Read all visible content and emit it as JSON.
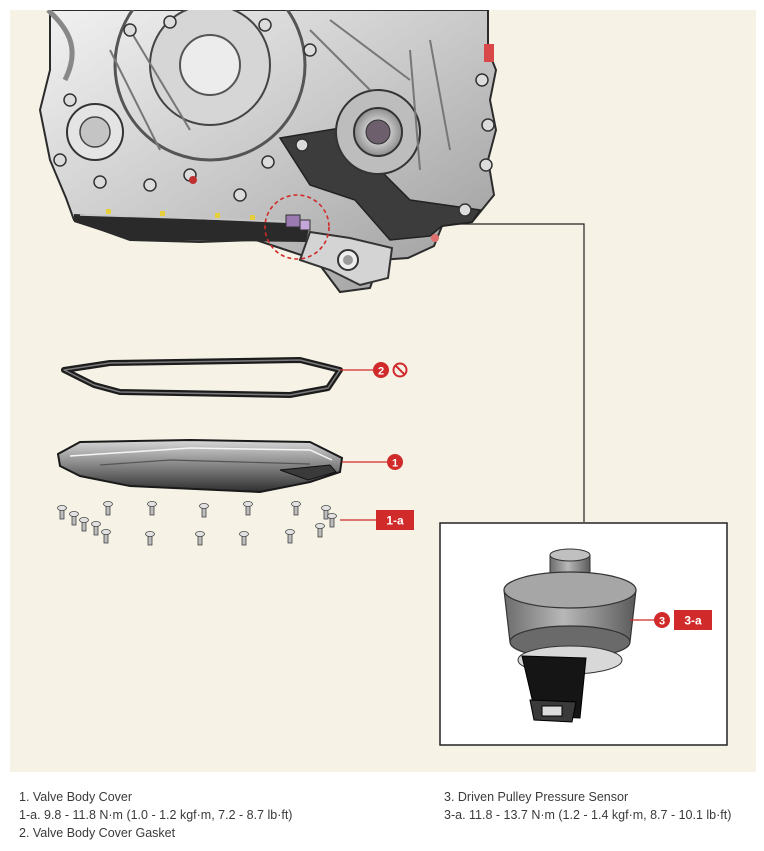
{
  "figure": {
    "background_color": "#f6f3e6",
    "callout_color": "#d12a2a",
    "callouts": {
      "gasket": "2",
      "cover": "1",
      "bolts": "1-a",
      "sensor": "3",
      "sensor_torque": "3-a"
    },
    "icons": [
      "do-not-reuse-icon"
    ]
  },
  "legend": {
    "left": [
      "1. Valve Body Cover",
      "1-a. 9.8 - 11.8 N·m (1.0 - 1.2 kgf·m, 7.2 - 8.7 lb·ft)",
      "2. Valve Body Cover Gasket"
    ],
    "right": [
      "3. Driven Pulley Pressure Sensor",
      "3-a. 11.8 - 13.7 N·m (1.2 - 1.4 kgf·m, 8.7 - 10.1 lb·ft)"
    ]
  }
}
